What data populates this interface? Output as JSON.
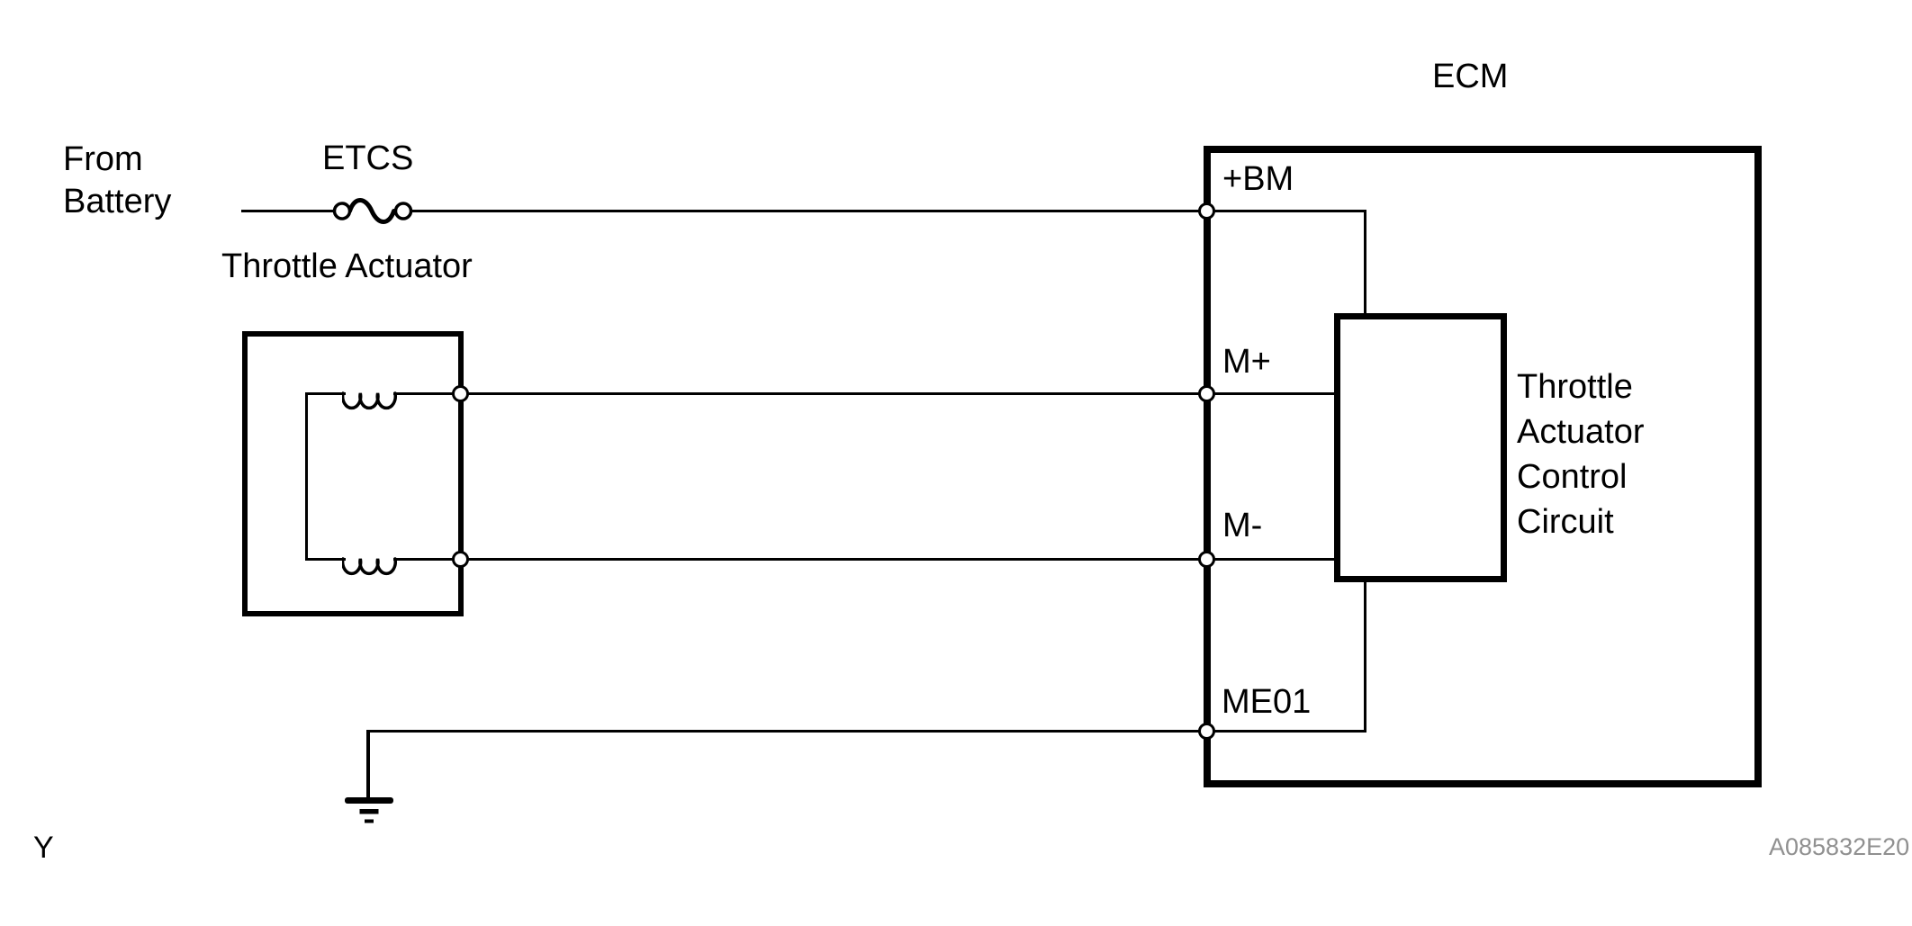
{
  "diagram": {
    "title": "ECM",
    "background_color": "#ffffff",
    "line_color": "#000000",
    "figure_code_color": "#909090",
    "labels": {
      "from_battery": [
        "From",
        "Battery"
      ],
      "fuse": "ETCS",
      "actuator": "Throttle Actuator",
      "ecm": "ECM",
      "page_marker": "Y",
      "figure_code": "A085832E20"
    },
    "ecm_terminals": [
      {
        "label": "+BM"
      },
      {
        "label": "M+"
      },
      {
        "label": "M-"
      },
      {
        "label": "ME01"
      }
    ],
    "ecm_internal_block_lines": [
      "Throttle",
      "Actuator",
      "Control",
      "Circuit"
    ],
    "icons": {
      "fuse": "fuse-icon",
      "coil_upper": "coil-icon",
      "coil_lower": "coil-icon",
      "ground": "ground-icon"
    }
  }
}
